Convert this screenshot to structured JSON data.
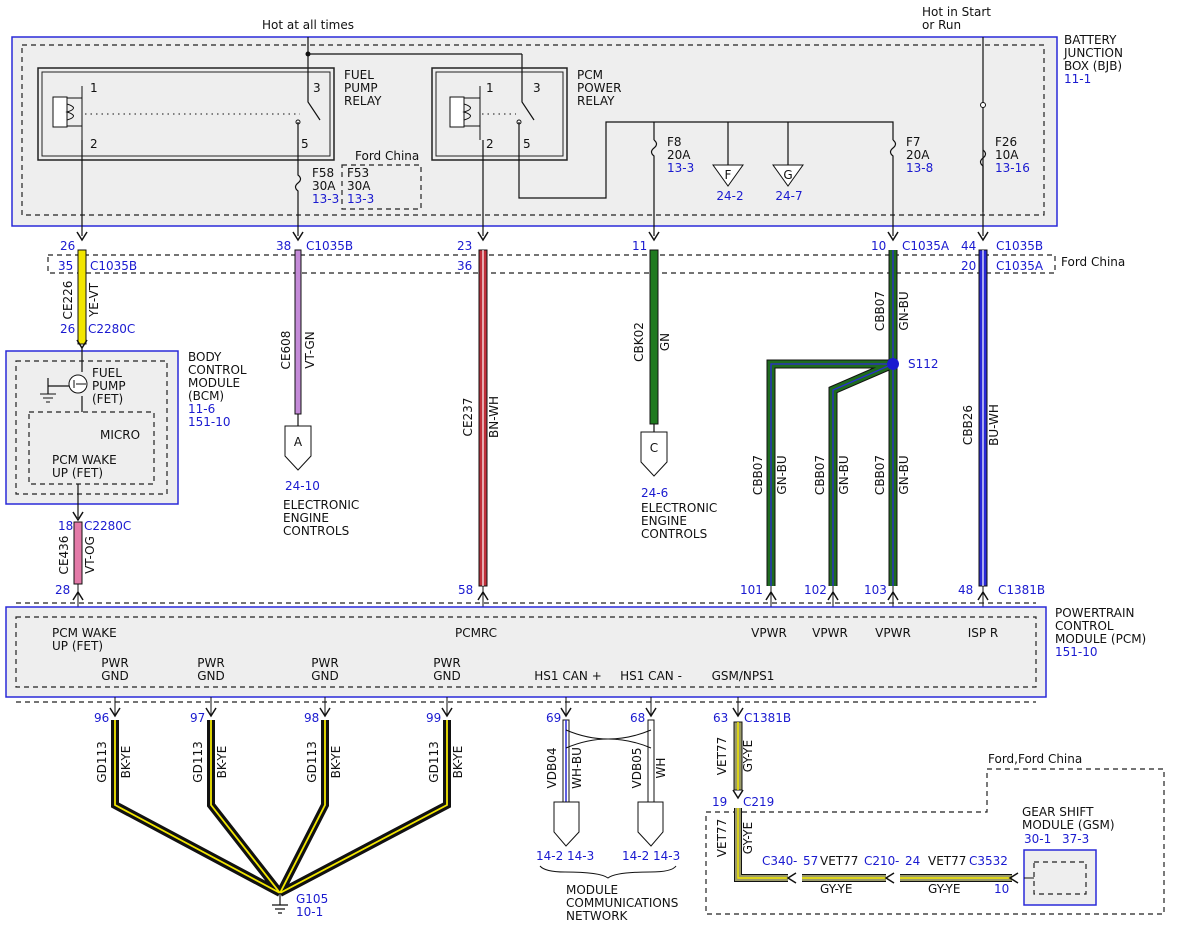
{
  "colors": {
    "box_border": "#2a2ad8",
    "box_fill": "#eeeeee",
    "connector_text": "#1a1ad0",
    "wire_YE-VT": "#f2e600",
    "wire_VT-GN": "#c48ad8",
    "wire_BN-WH": "#c0303a",
    "wire_GN": "#1f7a1f",
    "wire_GN-BU": "#1f6b1f",
    "wire_BU-WH": "#2a2ad8",
    "wire_VT-OG": "#e37aa8",
    "wire_BK-YE": "#111111",
    "wire_GY-YE": "#9a9a68",
    "splice_dot": "#1a1ad0"
  },
  "top": {
    "hot_all_times": "Hot at all times",
    "hot_start_run_1": "Hot in Start",
    "hot_start_run_2": "or Run"
  },
  "bjb": {
    "title_1": "BATTERY",
    "title_2": "JUNCTION",
    "title_3": "BOX (BJB)",
    "ref": "11-1",
    "fuel_relay": {
      "l1": "FUEL",
      "l2": "PUMP",
      "l3": "RELAY",
      "pin1": "1",
      "pin2": "2",
      "pin3": "3",
      "pin5": "5"
    },
    "pcm_relay": {
      "l1": "PCM",
      "l2": "POWER",
      "l3": "RELAY",
      "pin1": "1",
      "pin2": "2",
      "pin3": "3",
      "pin5": "5"
    },
    "ford_china": "Ford China",
    "f58": {
      "name": "F58",
      "amp": "30A",
      "ref": "13-3"
    },
    "f53": {
      "name": "F53",
      "amp": "30A",
      "ref": "13-3"
    },
    "f8": {
      "name": "F8",
      "amp": "20A",
      "ref": "13-3"
    },
    "f7": {
      "name": "F7",
      "amp": "20A",
      "ref": "13-8"
    },
    "f26": {
      "name": "F26",
      "amp": "10A",
      "ref": "13-16"
    },
    "gnd_f": {
      "letter": "F",
      "ref": "24-2"
    },
    "gnd_g": {
      "letter": "G",
      "ref": "24-7"
    }
  },
  "row1": {
    "p26": "26",
    "p38": "38",
    "c1035b_a": "C1035B",
    "p23": "23",
    "p11": "11",
    "p10": "10",
    "c1035a_a": "C1035A",
    "p44": "44",
    "c1035b_b": "C1035B",
    "p35": "35",
    "c1035b_c": "C1035B",
    "p36": "36",
    "p20": "20",
    "c1035a_b": "C1035A",
    "ford_china": "Ford China"
  },
  "wires": {
    "ce226": "CE226",
    "ye_vt": "YE-VT",
    "p26b": "26",
    "c2280c_a": "C2280C",
    "ce608": "CE608",
    "vt_gn": "VT-GN",
    "ce237": "CE237",
    "bn_wh": "BN-WH",
    "cbk02": "CBK02",
    "gn": "GN",
    "cbb07_top": "CBB07",
    "gn_bu_top": "GN-BU",
    "s112": "S112",
    "cbb26": "CBB26",
    "bu_wh": "BU-WH",
    "cbb07_a": "CBB07",
    "gn_bu_a": "GN-BU",
    "cbb07_b": "CBB07",
    "gn_bu_b": "GN-BU",
    "cbb07_c": "CBB07",
    "gn_bu_c": "GN-BU",
    "p18": "18",
    "c2280c_b": "C2280C",
    "ce436": "CE436",
    "vt_og": "VT-OG",
    "p28": "28",
    "p58": "58",
    "p101": "101",
    "p102": "102",
    "p103": "103",
    "p48": "48",
    "c1381b_a": "C1381B"
  },
  "bcm": {
    "title_1": "BODY",
    "title_2": "CONTROL",
    "title_3": "MODULE",
    "title_4": "(BCM)",
    "ref_1": "11-6",
    "ref_2": "151-10",
    "fuel_pump_1": "FUEL",
    "fuel_pump_2": "PUMP",
    "fuel_pump_3": "(FET)",
    "micro": "MICRO",
    "wake_1": "PCM WAKE",
    "wake_2": "UP (FET)"
  },
  "offpage": {
    "a_letter": "A",
    "a_ref": "24-10",
    "c_letter": "C",
    "c_ref": "24-6",
    "eec_1": "ELECTRONIC",
    "eec_2": "ENGINE",
    "eec_3": "CONTROLS"
  },
  "pcm": {
    "title_1": "POWERTRAIN",
    "title_2": "CONTROL",
    "title_3": "MODULE (PCM)",
    "ref": "151-10",
    "wake_1": "PCM WAKE",
    "wake_2": "UP (FET)",
    "pcmrc": "PCMRC",
    "vpwr": "VPWR",
    "isp": "ISP R",
    "pwr": "PWR",
    "gnd": "GND",
    "hs1p": "HS1 CAN +",
    "hs1n": "HS1 CAN -",
    "gsm": "GSM/NPS1"
  },
  "bottom": {
    "p96": "96",
    "p97": "97",
    "p98": "98",
    "p99": "99",
    "gd113": "GD113",
    "bk_ye": "BK-YE",
    "g105": "G105",
    "g105_ref": "10-1",
    "p69": "69",
    "p68": "68",
    "vdb04": "VDB04",
    "wh_bu": "WH-BU",
    "vdb05": "VDB05",
    "wh": "WH",
    "r142": "14-2",
    "r143": "14-3",
    "mcn_1": "MODULE",
    "mcn_2": "COMMUNICATIONS",
    "mcn_3": "NETWORK",
    "p63": "63",
    "c1381b": "C1381B",
    "vet77": "VET77",
    "gy_ye": "GY-YE",
    "p19": "19",
    "c219": "C219",
    "c340": "C340",
    "p57": "57",
    "c210": "C210",
    "p24": "24",
    "c3532": "C3532",
    "p10": "10",
    "ford_ford_china": "Ford,Ford China",
    "gsm_1": "GEAR SHIFT",
    "gsm_2": "MODULE (GSM)",
    "gsm_ref1": "30-1",
    "gsm_ref2": "37-3"
  }
}
